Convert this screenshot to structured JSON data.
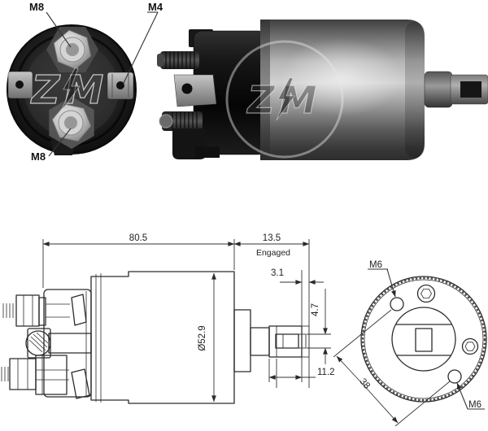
{
  "sheet": {
    "background": "#ffffff",
    "line_color": "#2b2b2b",
    "label_color": "#141414"
  },
  "photo_front": {
    "watermark": "ZM",
    "labels": {
      "top_terminal": "M8",
      "side_terminal": "M4",
      "bottom_terminal": "M8"
    }
  },
  "photo_side": {
    "watermark": "ZM"
  },
  "side_drawing": {
    "dims": {
      "overall_length": "80.5",
      "engaged_length": "13.5",
      "engaged_note": "Engaged",
      "pre_travel": "3.1",
      "slot_height": "4.7",
      "body_diameter": "Ø52.9",
      "tip_length": "11.2"
    }
  },
  "flange_drawing": {
    "dims": {
      "hole_top": "M6",
      "hole_bottom": "M6",
      "hole_spacing": "38"
    }
  }
}
